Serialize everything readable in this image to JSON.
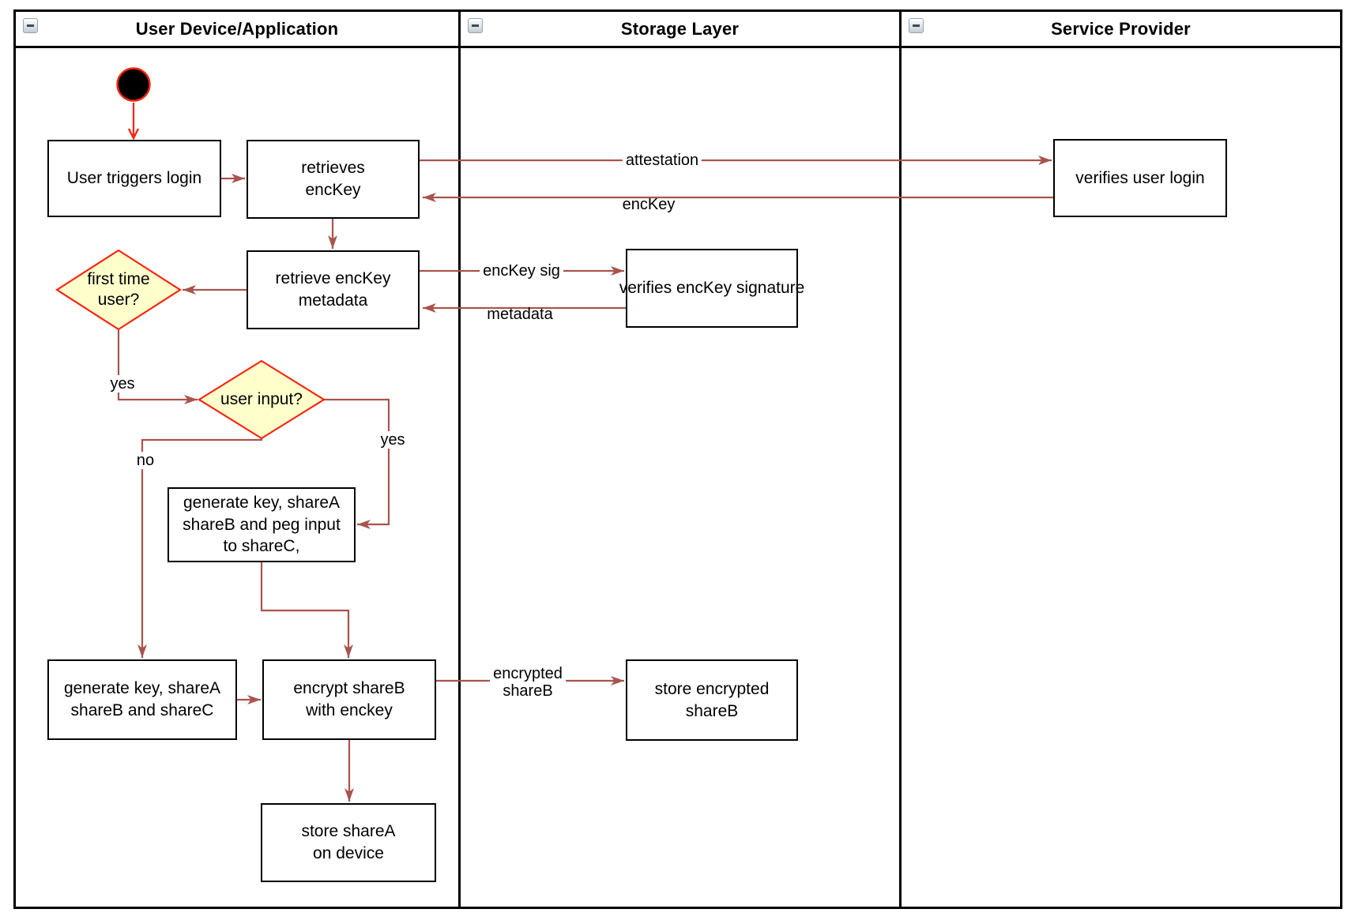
{
  "lanes": [
    {
      "title": "User Device/Application"
    },
    {
      "title": "Storage Layer"
    },
    {
      "title": "Service Provider"
    }
  ],
  "nodes": {
    "user_triggers_login": "User triggers login",
    "retrieves_enckey": "retrieves\nencKey",
    "verifies_user_login": "verifies user login",
    "retrieve_enckey_metadata": "retrieve encKey\nmetadata",
    "verifies_enckey_signature": "verifies encKey signature",
    "first_time_user": "first time\nuser?",
    "user_input": "user input?",
    "generate_key_peg_input": "generate key, shareA\nshareB and peg input\nto shareC,",
    "generate_key_shares": "generate key, shareA\nshareB and shareC",
    "encrypt_shareb": "encrypt shareB\nwith enckey",
    "store_encrypted_shareb": "store encrypted\nshareB",
    "store_sharea": "store shareA\non device"
  },
  "edge_labels": {
    "attestation": "attestation",
    "enckey": "encKey",
    "enckey_sig": "encKey sig",
    "metadata": "metadata",
    "encrypted_shareb": "encrypted\nshareB",
    "first_time_yes": "yes",
    "user_input_yes": "yes",
    "user_input_no": "no"
  },
  "colors": {
    "flow_arrow": "#A8544E",
    "start_accent": "#F5250F",
    "decision_border": "#F5250F",
    "decision_fill": "#FFFFCC",
    "node_border": "#000000",
    "start_fill": "#000000"
  }
}
